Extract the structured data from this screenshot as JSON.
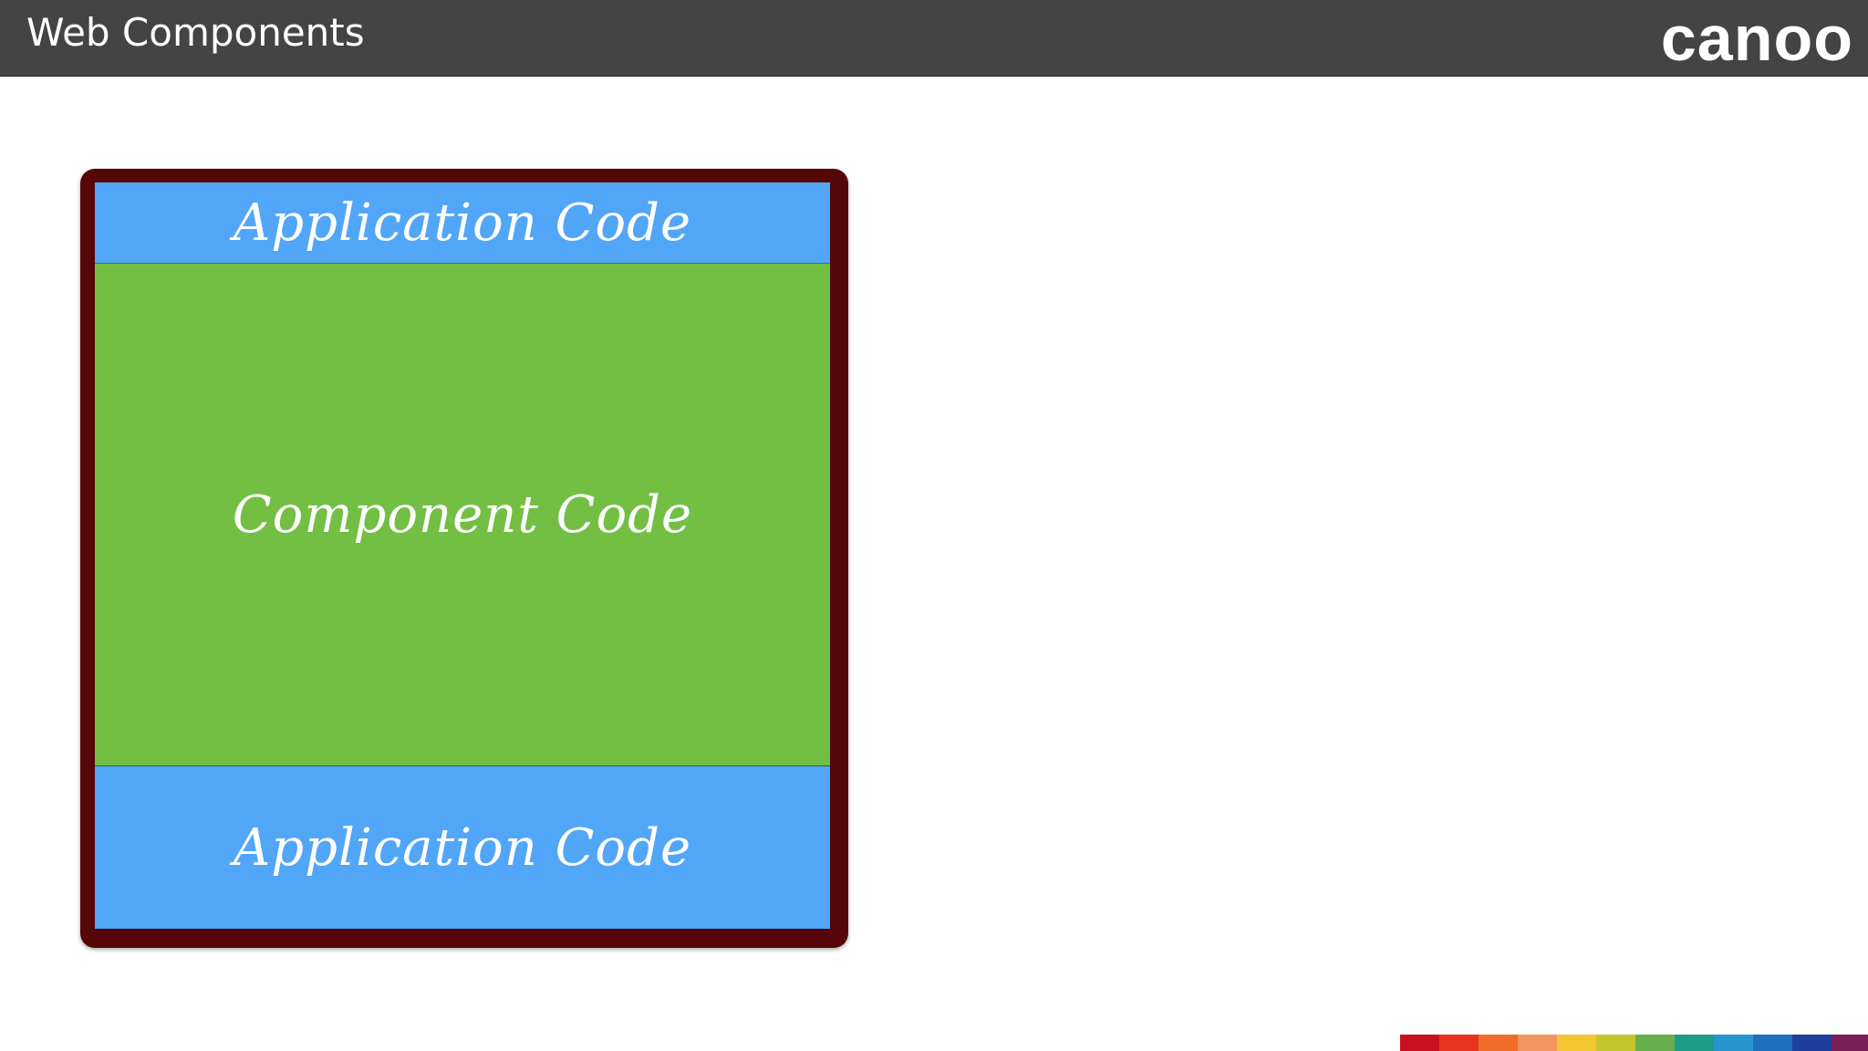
{
  "header": {
    "title": "Web Components",
    "logo_text": "canoo",
    "background": "#444444"
  },
  "diagram": {
    "frame_color": "#560608",
    "layers": [
      {
        "label": "Application Code",
        "color": "#52a6f8"
      },
      {
        "label": "Component Code",
        "color": "#73bf44"
      },
      {
        "label": "Application Code",
        "color": "#52a6f8"
      }
    ]
  },
  "color_strip": [
    "#c8101e",
    "#e8341f",
    "#f26c2a",
    "#f3955f",
    "#f2c531",
    "#c4c42c",
    "#65b04a",
    "#1f9b8a",
    "#2796cf",
    "#1e6fc0",
    "#1f3f9d",
    "#7a1f5a"
  ]
}
